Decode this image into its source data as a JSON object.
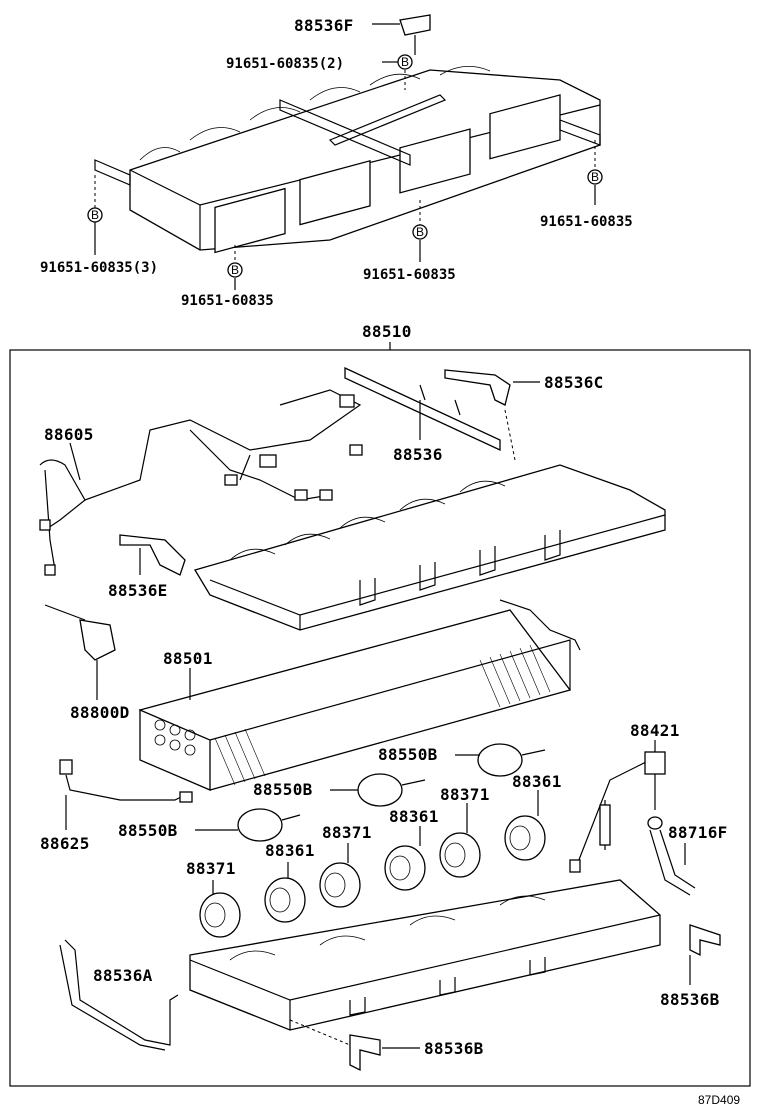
{
  "labels": {
    "l_88536F": "88536F",
    "l_91651_2": "91651-60835(2)",
    "l_91651_3": "91651-60835(3)",
    "l_91651_a": "91651-60835",
    "l_91651_b": "91651-60835",
    "l_91651_c": "91651-60835",
    "l_88510": "88510",
    "l_88536C": "88536C",
    "l_88605": "88605",
    "l_88536": "88536",
    "l_88536E": "88536E",
    "l_88501": "88501",
    "l_88800D": "88800D",
    "l_88421": "88421",
    "l_88550B_1": "88550B",
    "l_88550B_2": "88550B",
    "l_88550B_3": "88550B",
    "l_88625": "88625",
    "l_88371_1": "88371",
    "l_88361_1": "88361",
    "l_88371_2": "88371",
    "l_88361_2": "88361",
    "l_88371_3": "88371",
    "l_88361_3": "88361",
    "l_88716F": "88716F",
    "l_88536A": "88536A",
    "l_88536B_1": "88536B",
    "l_88536B_2": "88536B"
  },
  "markers": {
    "bolt": "B"
  },
  "footer": {
    "code": "87D409"
  }
}
